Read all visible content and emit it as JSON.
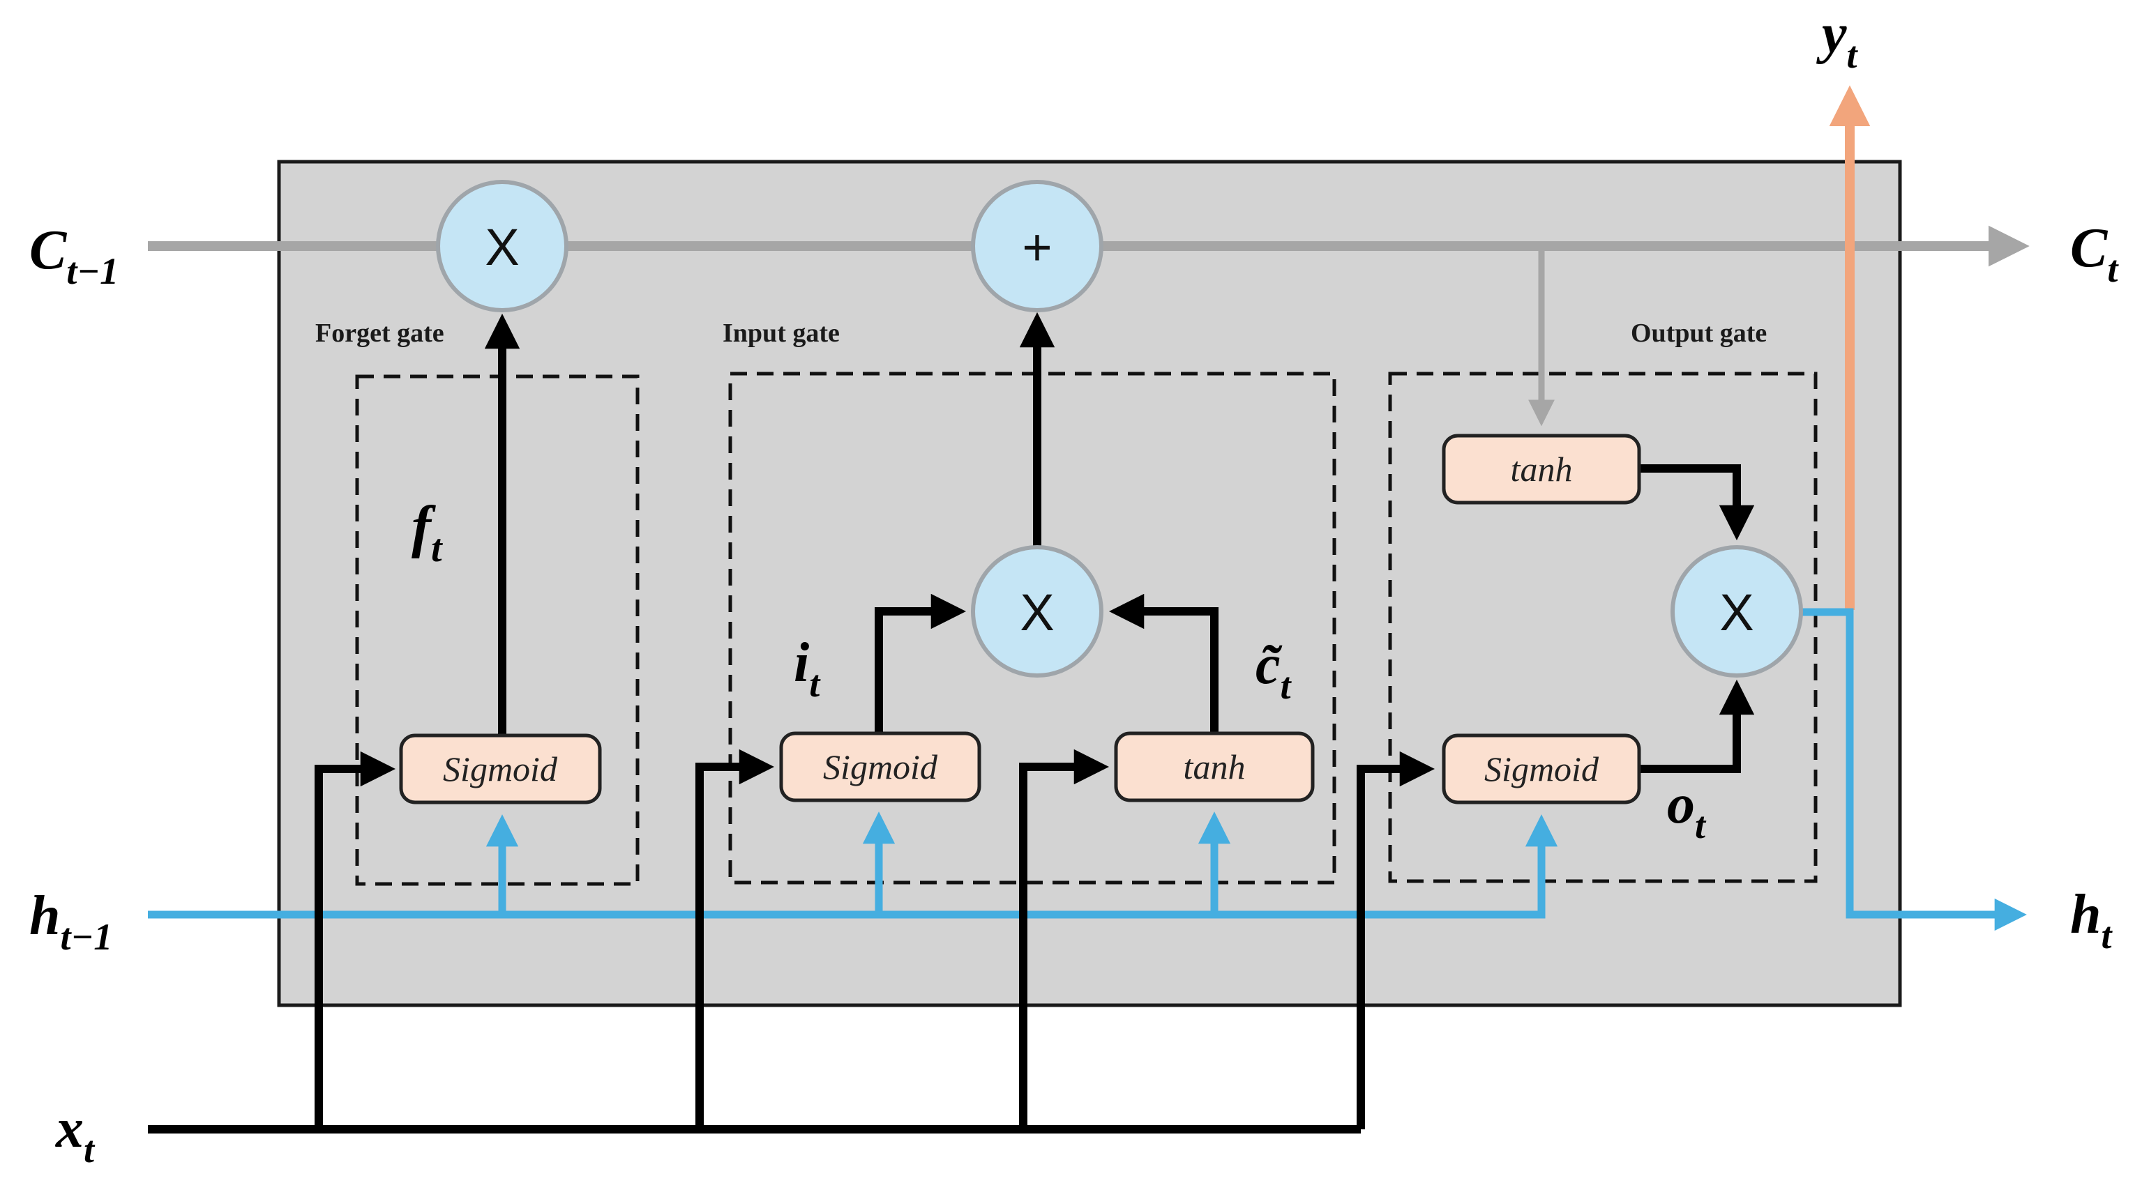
{
  "cell": {
    "inputs": {
      "c_prev": {
        "base": "C",
        "sub": "t−1"
      },
      "h_prev": {
        "base": "h",
        "sub": "t−1"
      },
      "x": {
        "base": "x",
        "sub": "t"
      }
    },
    "outputs": {
      "c": {
        "base": "C",
        "sub": "t"
      },
      "h": {
        "base": "h",
        "sub": "t"
      },
      "y": {
        "base": "y",
        "sub": "t"
      }
    },
    "gates": {
      "forget": {
        "title": "Forget gate",
        "activation": "Sigmoid",
        "signal": {
          "base": "f",
          "sub": "t"
        }
      },
      "input": {
        "title": "Input gate",
        "activation": "Sigmoid",
        "signal": {
          "base": "i",
          "sub": "t"
        },
        "candidate_activation": "tanh",
        "candidate_signal": {
          "base": "c̃",
          "sub": "t"
        }
      },
      "output": {
        "title": "Output gate",
        "activation": "Sigmoid",
        "signal": {
          "base": "o",
          "sub": "t"
        },
        "state_activation": "tanh"
      }
    },
    "operators": {
      "forget_mult": "X",
      "cell_add": "+",
      "input_mult": "X",
      "output_mult": "X"
    }
  },
  "colors": {
    "cell_bg": "#d3d3d3",
    "cell_state_line": "#a6a6a6",
    "hidden_line": "#45aee0",
    "input_line": "#000000",
    "output_y_line": "#f2a57c",
    "operator_fill": "#c5e5f5",
    "operator_stroke": "#9fa5aa",
    "activation_fill": "#fbe0d0",
    "activation_stroke": "#222222"
  }
}
